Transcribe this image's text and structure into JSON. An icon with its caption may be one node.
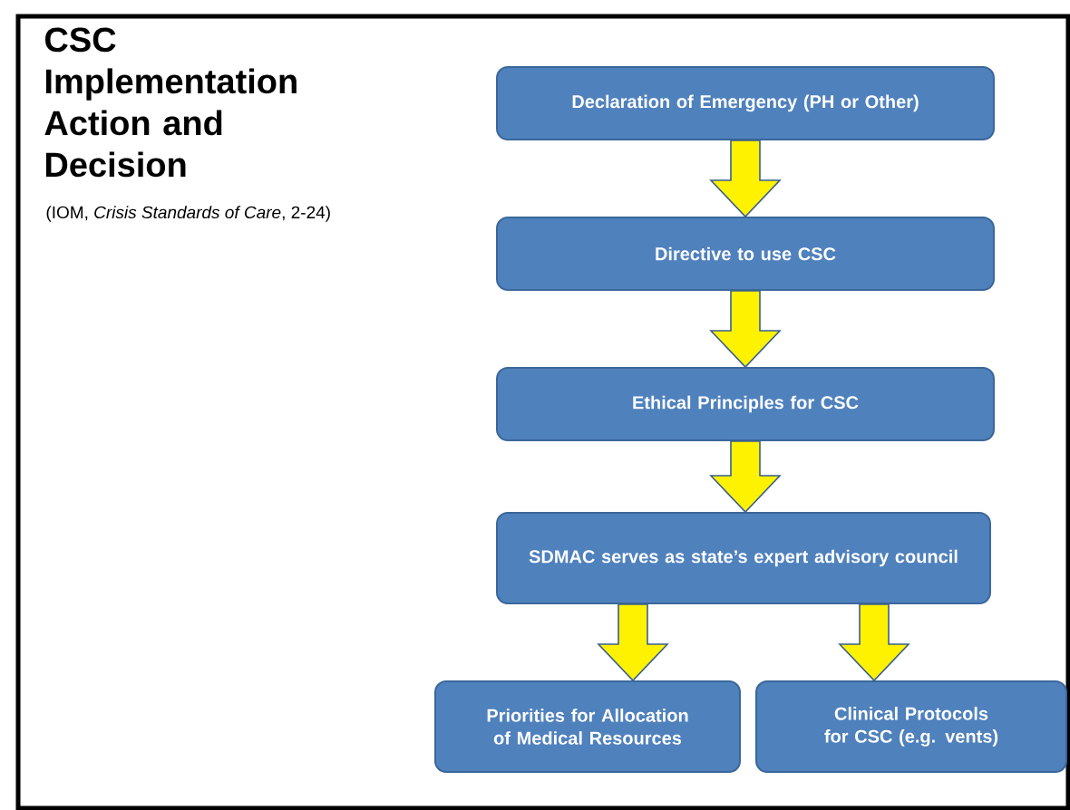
{
  "diagram": {
    "title": "CSC Implementation Action and Decision",
    "nodes": [
      {
        "text": [
          "Declaration of Emergency (PH or Other)"
        ]
      },
      {
        "text": [
          "Directive to use CSC"
        ]
      },
      {
        "text": [
          "Ethical Principles for CSC"
        ]
      },
      {
        "text": [
          "SDMAC serves as state’s expert advisory council"
        ]
      },
      {
        "text": [
          "Priorities for Allocation of Medical Resources"
        ]
      },
      {
        "text": [
          "Clinical Protocols for CSC (e.g. vents)"
        ]
      }
    ],
    "edges": [
      {
        "from": 0,
        "to": 1,
        "arrow": "to"
      },
      {
        "from": 1,
        "to": 2,
        "arrow": "to"
      },
      {
        "from": 2,
        "to": 3,
        "arrow": "to"
      },
      {
        "from": 3,
        "to": 4,
        "arrow": "to"
      },
      {
        "from": 3,
        "to": 5,
        "arrow": "to"
      }
    ],
    "labels": [
      "(IOM, *Crisis Standards of Care*, 2-24)"
    ]
  }
}
